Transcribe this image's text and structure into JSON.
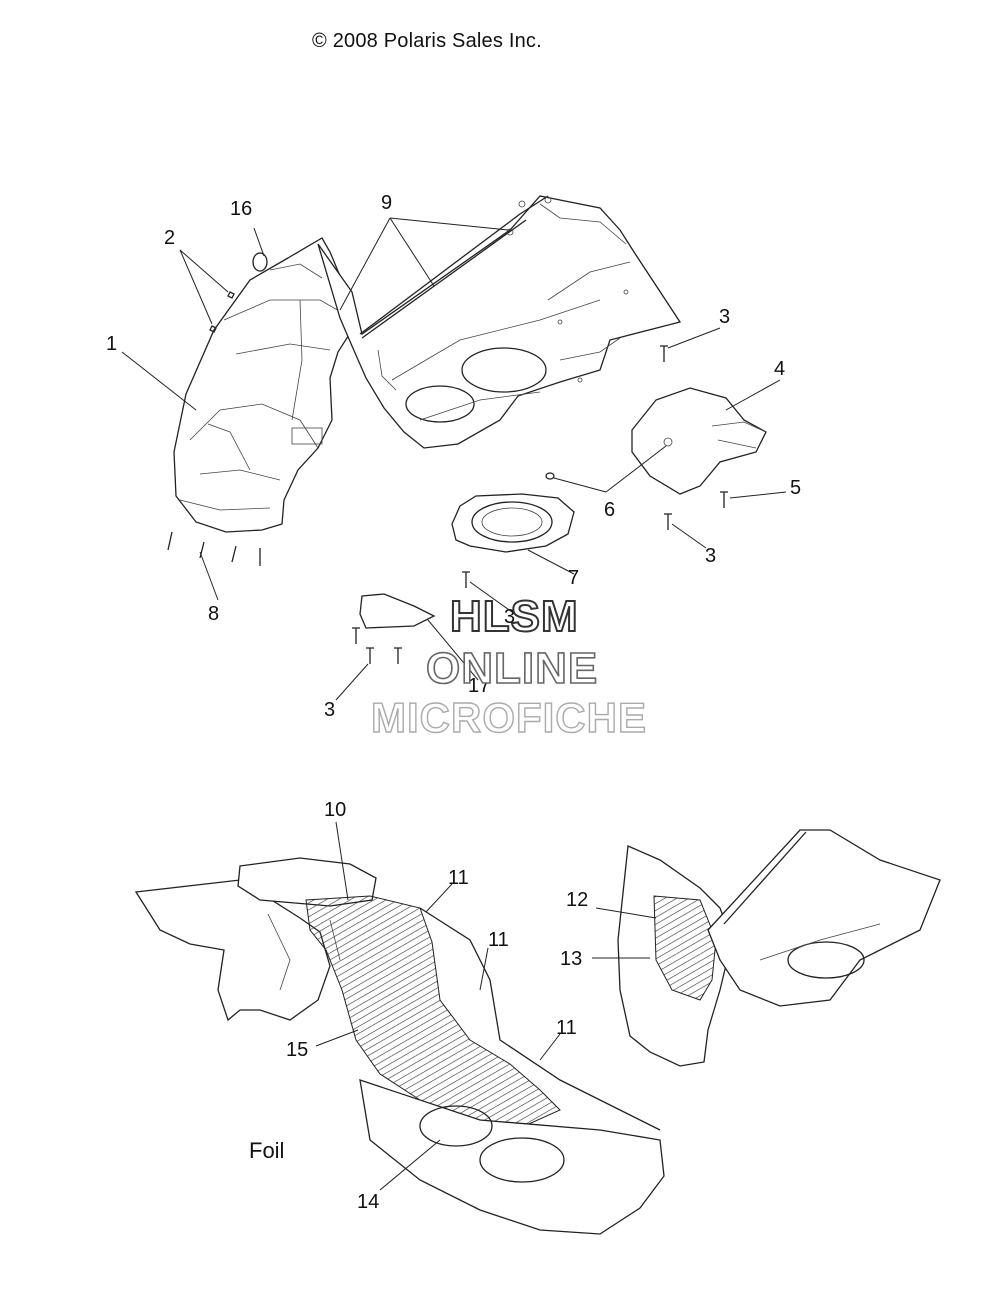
{
  "copyright": "© 2008 Polaris Sales Inc.",
  "callouts": [
    "16",
    "2",
    "9",
    "1",
    "3",
    "4",
    "5",
    "6",
    "3",
    "7",
    "8",
    "3",
    "17",
    "3",
    "10",
    "11",
    "11",
    "12",
    "13",
    "15",
    "11",
    "14"
  ],
  "watermark": {
    "line1": "HLSM",
    "line2": "ONLINE",
    "line3": "MICROFICHE"
  },
  "foil_label": "Foil",
  "colors": {
    "line": "#222222",
    "background": "#ffffff"
  }
}
